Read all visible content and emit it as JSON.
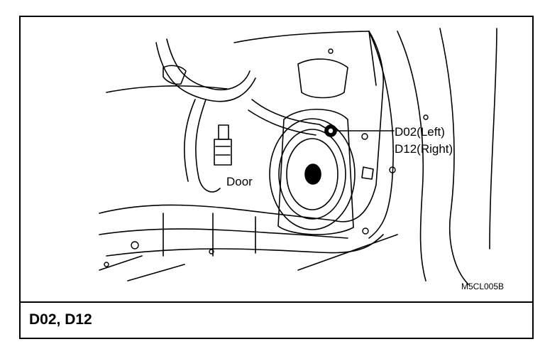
{
  "labels": {
    "door": "Door",
    "connector_left": "D02(Left)",
    "connector_right": "D12(Right)",
    "figure_code": "M5CL005B",
    "title": "D02, D12"
  },
  "colors": {
    "line": "#000000",
    "background": "#ffffff"
  }
}
